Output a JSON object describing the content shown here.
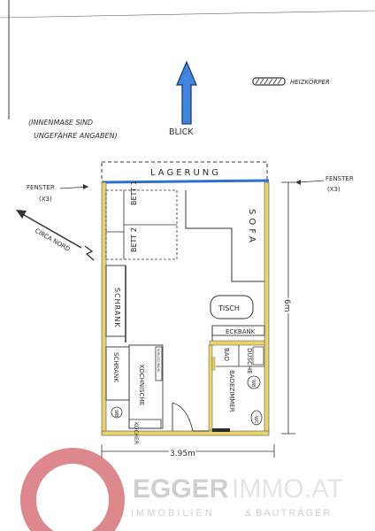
{
  "note": {
    "line1": "(INNENMAßE SIND",
    "line2": "UNGEFÄHRE ANGABEN)"
  },
  "north_arrow": {
    "label": "BLICK"
  },
  "legend": {
    "heater_label": "HEIZKÖRPER"
  },
  "windows": {
    "left_label": "FENSTER",
    "left_count": "(X3)",
    "right_label": "FENSTER",
    "right_count": "(X3)"
  },
  "circa_north": "CIRCA NORD",
  "rooms": {
    "storage": "LAGERUNG",
    "bed1": "BETT 1",
    "bed2": "BETT 2",
    "sofa": "SOFA",
    "wardrobe1": "SCHRANK",
    "table": "TISCH",
    "corner_bench": "ECKBANK",
    "bath_label": "BAD",
    "shower_label": "DUSCHE",
    "wardrobe2": "SCHRANK",
    "kitchenette": "KOCHNISCHE",
    "fridge": "KÜHLSCHRANK",
    "wb1": "WB",
    "wb2": "WB",
    "stove": "KOCHER",
    "bathroom": "BADEZIMMER",
    "wc": "WC"
  },
  "dimensions": {
    "width": "3.95m",
    "height": "6m"
  },
  "brand": {
    "name_bold": "EGGER",
    "name_light": "IMMO.AT",
    "tagline_left": "IMMOBILIEN",
    "tagline_amp": "&",
    "tagline_right": "BAUTRÄGER"
  },
  "colors": {
    "wall_yellow": "#e9d36a",
    "window_blue": "#2f6fd0",
    "ink": "#2b2b2b",
    "brand_red": "#c1272d",
    "brand_grey": "#b9b9b9"
  }
}
